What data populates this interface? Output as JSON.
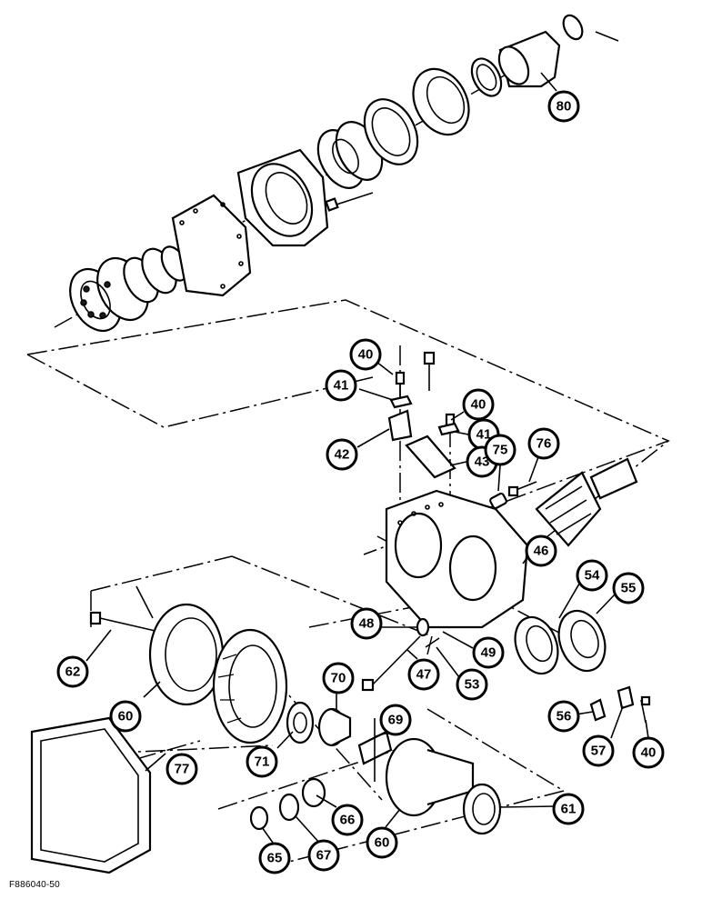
{
  "figure_id": "F886040-50",
  "callouts": [
    {
      "label": "80"
    },
    {
      "label": "40"
    },
    {
      "label": "41"
    },
    {
      "label": "40"
    },
    {
      "label": "41"
    },
    {
      "label": "42"
    },
    {
      "label": "43"
    },
    {
      "label": "75"
    },
    {
      "label": "76"
    },
    {
      "label": "46"
    },
    {
      "label": "54"
    },
    {
      "label": "55"
    },
    {
      "label": "48"
    },
    {
      "label": "49"
    },
    {
      "label": "47"
    },
    {
      "label": "53"
    },
    {
      "label": "62"
    },
    {
      "label": "60"
    },
    {
      "label": "70"
    },
    {
      "label": "69"
    },
    {
      "label": "71"
    },
    {
      "label": "77"
    },
    {
      "label": "56"
    },
    {
      "label": "57"
    },
    {
      "label": "40"
    },
    {
      "label": "61"
    },
    {
      "label": "66"
    },
    {
      "label": "60"
    },
    {
      "label": "65"
    },
    {
      "label": "67"
    }
  ]
}
